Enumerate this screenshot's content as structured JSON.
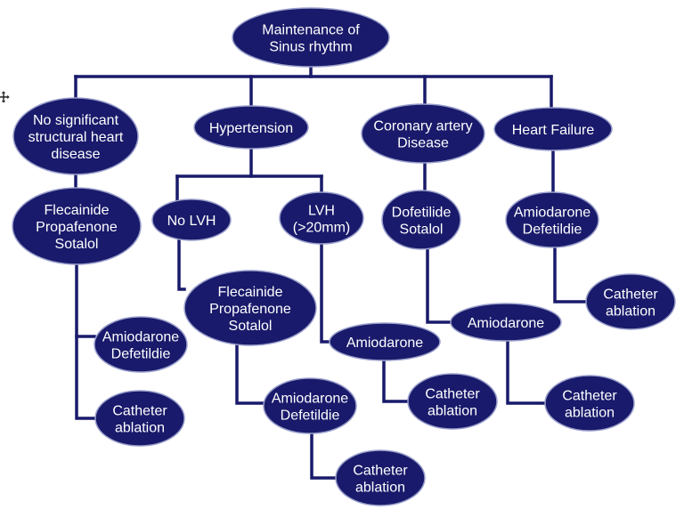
{
  "diagram": {
    "root": {
      "lines": [
        "Maintenance of",
        "Sinus rhythm"
      ]
    },
    "nodes": {
      "no_structural": {
        "lines": [
          "No significant",
          "structural heart",
          "disease"
        ]
      },
      "hypertension": {
        "lines": [
          "Hypertension"
        ]
      },
      "coronary": {
        "lines": [
          "Coronary artery",
          "Disease"
        ]
      },
      "heart_failure": {
        "lines": [
          "Heart Failure"
        ]
      },
      "nsh_drugs": {
        "lines": [
          "Flecainide",
          "Propafenone",
          "Sotalol"
        ]
      },
      "nsh_amio": {
        "lines": [
          "Amiodarone",
          "Defetildie"
        ]
      },
      "nsh_cath": {
        "lines": [
          "Catheter",
          "ablation"
        ]
      },
      "no_lvh": {
        "lines": [
          "No LVH"
        ]
      },
      "lvh": {
        "lines": [
          "LVH",
          "(>20mm)"
        ]
      },
      "nolvh_drugs": {
        "lines": [
          "Flecainide",
          "Propafenone",
          "Sotalol"
        ]
      },
      "nolvh_amio": {
        "lines": [
          "Amiodarone",
          "Defetildie"
        ]
      },
      "nolvh_cath": {
        "lines": [
          "Catheter",
          "ablation"
        ]
      },
      "lvh_amio": {
        "lines": [
          "Amiodarone"
        ]
      },
      "lvh_cath": {
        "lines": [
          "Catheter",
          "ablation"
        ]
      },
      "cad_drugs": {
        "lines": [
          "Dofetilide",
          "Sotalol"
        ]
      },
      "cad_amio": {
        "lines": [
          "Amiodarone"
        ]
      },
      "cad_cath": {
        "lines": [
          "Catheter",
          "ablation"
        ]
      },
      "hf_drugs": {
        "lines": [
          "Amiodarone",
          "Defetildie"
        ]
      },
      "hf_cath": {
        "lines": [
          "Catheter",
          "ablation"
        ]
      }
    }
  },
  "colors": {
    "node_fill": "#191a6b",
    "line": "#191a6b",
    "text": "#ffffff",
    "background": "#ffffff"
  },
  "icons": {
    "move_handle": "move-cursor-icon"
  }
}
